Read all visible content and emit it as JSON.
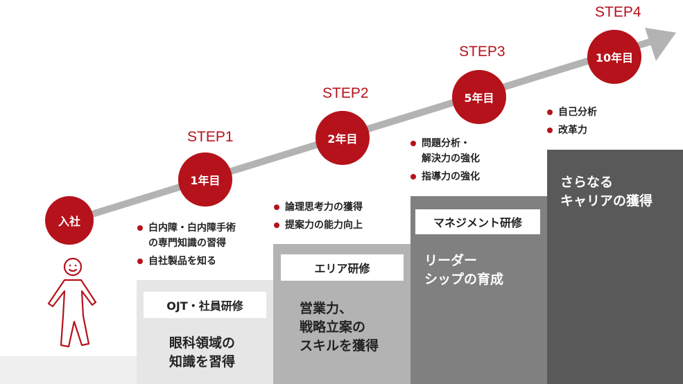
{
  "start": {
    "label": "入社"
  },
  "steps": [
    {
      "step": "STEP1",
      "year": "1年目",
      "bullets": [
        "白内障・白内障手術\nの専門知識の習得",
        "自社製品を知る"
      ],
      "training": "OJT・社員研修",
      "outcome": "眼科領域の\n知識を習得"
    },
    {
      "step": "STEP2",
      "year": "2年目",
      "bullets": [
        "論理思考力の獲得",
        "提案力の能力向上"
      ],
      "training": "エリア研修",
      "outcome": "営業力、\n戦略立案の\nスキルを獲得"
    },
    {
      "step": "STEP3",
      "year": "5年目",
      "bullets": [
        "問題分析・\n解決力の強化",
        "指導力の強化"
      ],
      "training": "マネジメント研修",
      "outcome": "リーダー\nシップの育成"
    },
    {
      "step": "STEP4",
      "year": "10年目",
      "bullets": [
        "自己分析",
        "改革力"
      ],
      "training": "",
      "outcome": "さらなる\nキャリアの獲得"
    }
  ],
  "colors": {
    "accent": "#b5121b",
    "arrow": "#b3b3b3",
    "block1": "#e6e6e6",
    "block2": "#b3b3b3",
    "block3": "#808080",
    "block4": "#595959"
  }
}
